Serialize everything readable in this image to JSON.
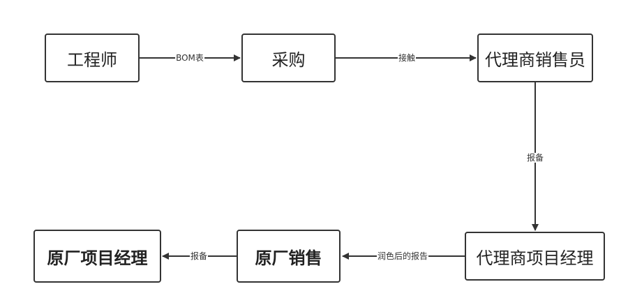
{
  "nodes": {
    "engineer": "工程师",
    "purchasing": "采购",
    "agent_sales": "代理商销售员",
    "agent_pm": "代理商项目经理",
    "factory_sales": "原厂销售",
    "factory_pm": "原厂项目经理"
  },
  "edges": {
    "bom": "BOM表",
    "contact": "接触",
    "report_down": "报备",
    "polished_report": "润色后的报告",
    "report_left": "报备"
  },
  "colors": {
    "stroke": "#333333",
    "text": "#222222",
    "background": "#ffffff"
  }
}
